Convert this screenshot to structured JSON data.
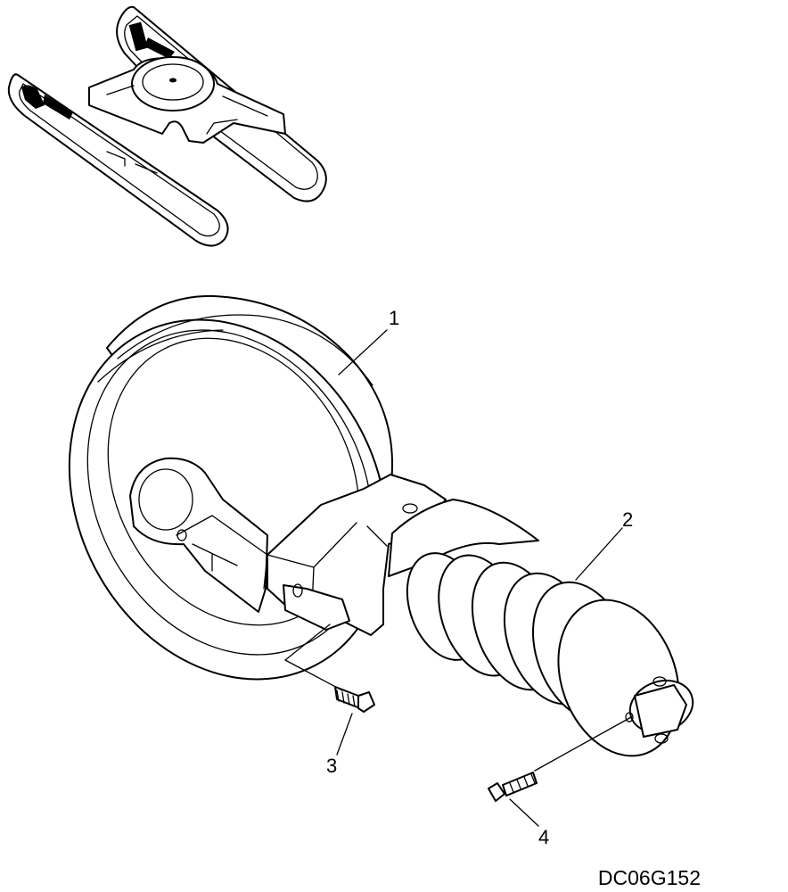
{
  "figure": {
    "code": "DC06G152"
  },
  "callouts": [
    {
      "id": "1",
      "label": "1"
    },
    {
      "id": "2",
      "label": "2"
    },
    {
      "id": "3",
      "label": "3"
    },
    {
      "id": "4",
      "label": "4"
    }
  ]
}
